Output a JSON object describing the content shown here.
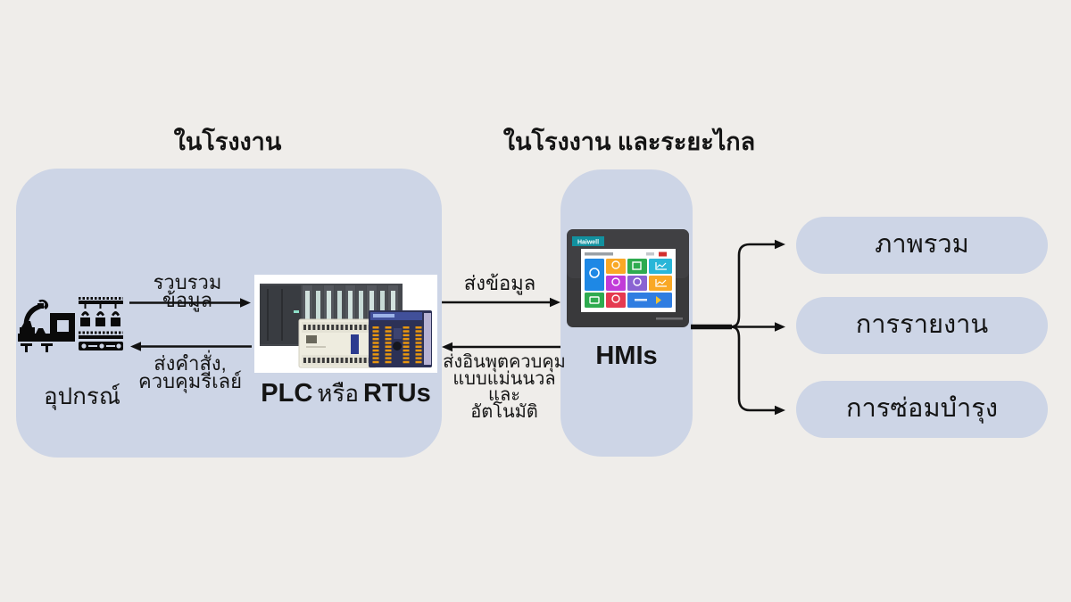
{
  "headers": {
    "left": "ในโรงงาน",
    "right": "ในโรงงาน และระยะไกล"
  },
  "factory": {
    "devices_label": "อุปกรณ์",
    "plc_word1": "PLC",
    "plc_word2": "หรือ",
    "plc_word3": "RTUs"
  },
  "flows": {
    "collect_data": "รวบรวมข้อมูล",
    "send_command_line1": "ส่งคำสั่ง,",
    "send_command_line2": "ควบคุมรีเลย์",
    "send_data": "ส่งข้อมูล",
    "control_input_line1": "ส่งอินพุตควบคุม",
    "control_input_line2": "แบบแม่นนวลและ",
    "control_input_line3": "อัตโนมัติ"
  },
  "hmi": {
    "brand": "Haiwell",
    "label": "HMIs"
  },
  "outputs": [
    {
      "label": "ภาพรวม"
    },
    {
      "label": "การรายงาน"
    },
    {
      "label": "การซ่อมบำรุง"
    }
  ],
  "colors": {
    "background": "#efedea",
    "panel": "#cdd5e6",
    "arrow": "#111111",
    "text": "#141414",
    "hmi_bezel": "#39393b",
    "hmi_brand": "#12919f"
  }
}
